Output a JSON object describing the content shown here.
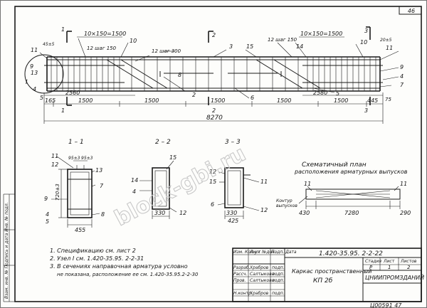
{
  "sheet_number": "46",
  "watermark": "block-gbi.ru",
  "elevation": {
    "top_labels": {
      "bars_left": "10×150=1500",
      "bars_right": "10×150=1500",
      "mark_left": "12 шаг 150",
      "mark_center": "12 шаг 300",
      "mark_right": "12 шаг 150",
      "corner_left": "45±5",
      "corner_right": "20±5"
    },
    "callouts": [
      "1",
      "1",
      "2",
      "2",
      "3",
      "3",
      "10",
      "15",
      "14",
      "3",
      "10",
      "11",
      "11",
      "13",
      "I",
      "8",
      "2",
      "6",
      "9",
      "4",
      "5",
      "9",
      "7",
      "4",
      "5"
    ],
    "anchor_left": "2560",
    "anchor_right": "2580",
    "dims": [
      "165",
      "1500",
      "1500",
      "1500",
      "1500",
      "1500",
      "445"
    ],
    "total": "8270",
    "end_mark": "75"
  },
  "section_1": {
    "title": "1 – 1",
    "top": [
      "95±3",
      "95±3"
    ],
    "height": "720±3",
    "width": "455",
    "callouts": [
      "11",
      "12",
      "13",
      "7",
      "9",
      "4",
      "5",
      "8"
    ]
  },
  "section_2": {
    "title": "2 – 2",
    "width": "330",
    "callouts": [
      "15",
      "14",
      "4",
      "12"
    ]
  },
  "section_3": {
    "title": "3 – 3",
    "width": "330",
    "width2": "425",
    "callouts": [
      "12",
      "15",
      "11",
      "6",
      "12"
    ]
  },
  "plan": {
    "title_line1": "Схематичный   план",
    "title_line2": "расположения  арматурных  выпусков",
    "contour_label_1": "Контур",
    "contour_label_2": "выпусков",
    "dims": [
      "430",
      "7280",
      "290"
    ],
    "callouts": [
      "11",
      "11"
    ]
  },
  "notes": [
    "1. Спецификацию  см. лист 2",
    "2. Узел I  см.  1.420-35.95. 2-2-31",
    "3. В сечениях  направочная арматура  условно",
    "не показана, расположение ее см. 1.420-35.95.2-2-30"
  ],
  "stamp": {
    "doc_code": "1.420-35.95. 2-2-22",
    "title_line1": "Каркас  пространственный",
    "title_line2": "КП 2б",
    "stage_header": "Стадия",
    "sheet_header": "Лист",
    "sheets_header": "Листов",
    "stage": "Р",
    "sheet": "1",
    "sheets": "2",
    "org": "ЦНИИПРОМЗДАНИЙ",
    "rows": [
      {
        "role": "Изм. Кол.уч",
        "name": "Лист №док.",
        "sign": "Подп. Дата"
      },
      {
        "role": "Разраб.",
        "name": "Храбров",
        "sign": "подп."
      },
      {
        "role": "Рассч.",
        "name": "Салтыкова",
        "sign": "подп."
      },
      {
        "role": "Пров.",
        "name": "Салтыкова",
        "sign": "подп."
      },
      {
        "role": "",
        "name": "",
        "sign": ""
      },
      {
        "role": "Н.контр.",
        "name": "Храбров",
        "sign": "подп."
      }
    ],
    "footer": "Ц00591   47"
  },
  "side_strip": "Взам. инв. №  Подпись и дата  Инв. № подл."
}
